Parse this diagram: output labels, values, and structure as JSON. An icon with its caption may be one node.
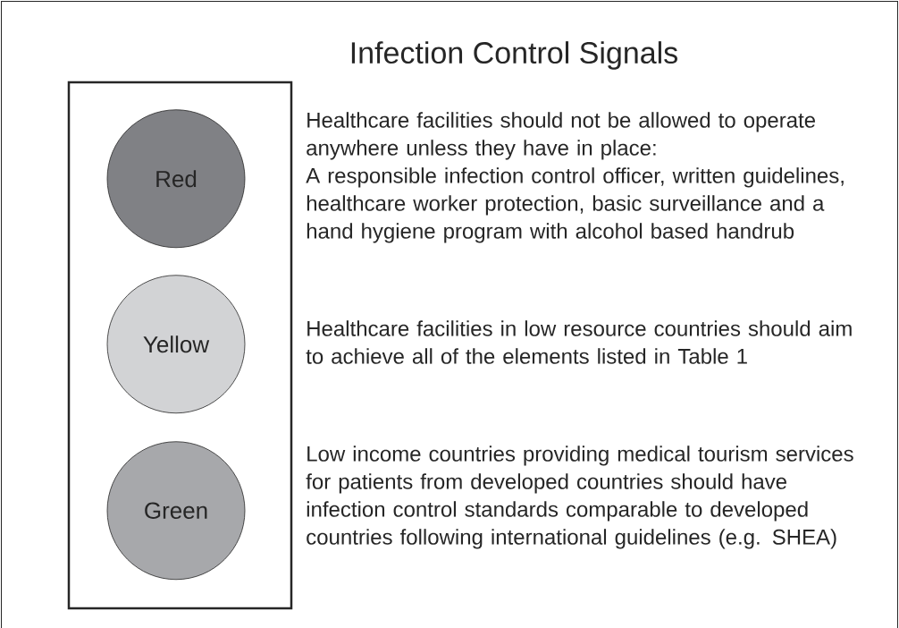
{
  "diagram": {
    "title": "Infection Control Signals",
    "nodes": [
      {
        "text": [],
        "shape": "box"
      },
      {
        "text": [
          "Red"
        ],
        "in": 0
      },
      {
        "text": [
          "Yellow"
        ],
        "in": 0
      },
      {
        "text": [
          "Green"
        ],
        "in": 0
      }
    ],
    "edges": [],
    "labels": [
      "Healthcare facilities should not be allowed to operate anywhere unless they have in place:",
      "A responsible infection control officer, written guidelines, healthcare worker protection, basic surveillance and a hand hygiene program with alcohol based handrub",
      "Healthcare facilities in low resource countries should aim to achieve all of the elements listed in Table 1",
      "Low income countries providing medical tourism services for patients from developed countries should have infection control standards comparable to developed countries following international guidelines (e.g. SHEA)"
    ]
  }
}
